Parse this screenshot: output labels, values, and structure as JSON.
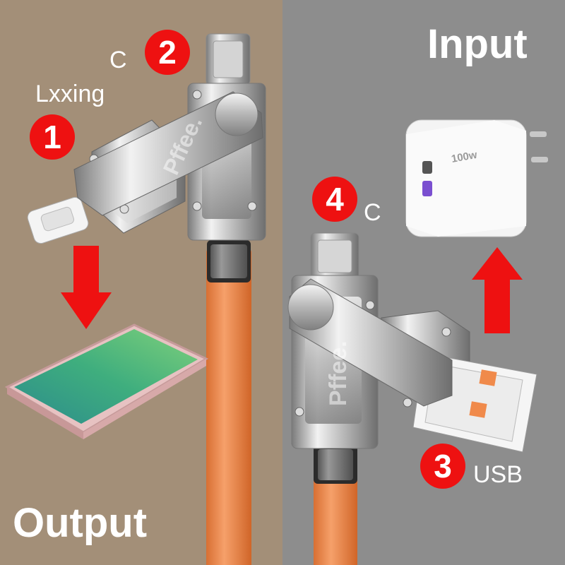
{
  "labels": {
    "output": "Output",
    "input": "Input",
    "lightning": "Lxxing",
    "type_c_top": "C",
    "type_c_bottom": "C",
    "usb": "USB"
  },
  "badges": [
    "1",
    "2",
    "3",
    "4"
  ],
  "brand": "Pffee.",
  "charger_text": "100w",
  "colors": {
    "left_bg": "#a38f78",
    "right_bg": "#8d8d8d",
    "cable": "#f08a4b",
    "badge": "#ee1111",
    "arrow": "#ee1111",
    "metal": "#c9c9c9",
    "phone_frame": "#d8a8a8"
  },
  "icons": [
    "arrow-down-icon",
    "arrow-up-icon",
    "phone-icon",
    "charger-icon",
    "connector-icon"
  ]
}
